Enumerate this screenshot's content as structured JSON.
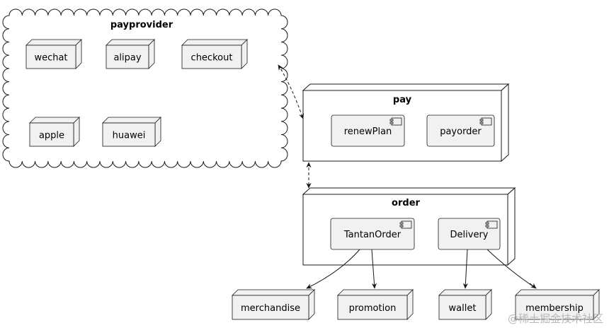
{
  "diagram": {
    "cloud": {
      "title": "payprovider",
      "items": [
        "wechat",
        "alipay",
        "checkout",
        "apple",
        "huawei"
      ]
    },
    "pay": {
      "title": "pay",
      "components": [
        "renewPlan",
        "payorder"
      ]
    },
    "order": {
      "title": "order",
      "components": [
        "TantanOrder",
        "Delivery"
      ]
    },
    "targets": [
      "merchandise",
      "promotion",
      "wallet",
      "membership"
    ],
    "edges": [
      {
        "from": "payprovider",
        "to": "pay",
        "style": "dashed",
        "arrows": "both"
      },
      {
        "from": "pay",
        "to": "order",
        "style": "dashed",
        "arrows": "both"
      },
      {
        "from": "TantanOrder",
        "to": "merchandise",
        "style": "solid",
        "arrows": "end"
      },
      {
        "from": "TantanOrder",
        "to": "promotion",
        "style": "solid",
        "arrows": "end"
      },
      {
        "from": "Delivery",
        "to": "wallet",
        "style": "solid",
        "arrows": "end"
      },
      {
        "from": "Delivery",
        "to": "membership",
        "style": "solid",
        "arrows": "end"
      }
    ]
  },
  "watermark": "@稀土掘金技术社区"
}
